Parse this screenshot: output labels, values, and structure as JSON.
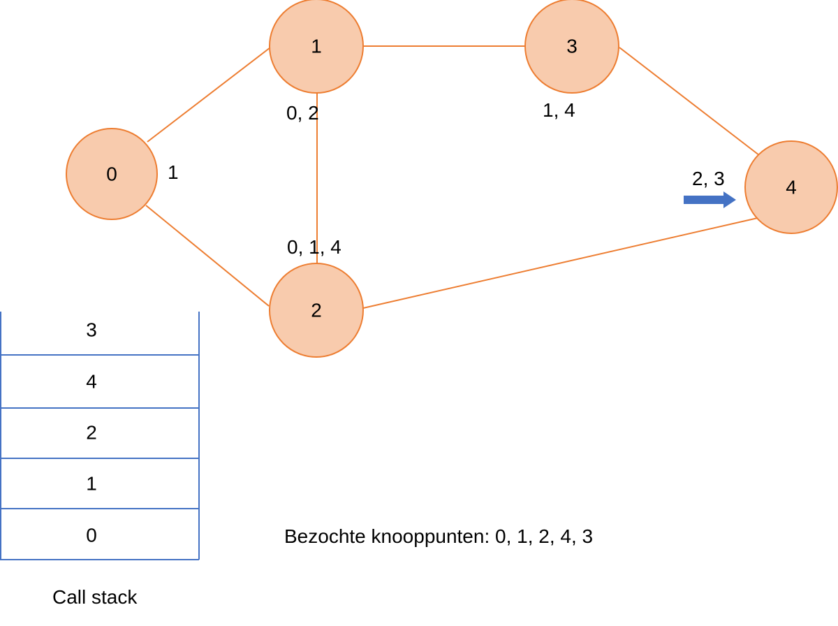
{
  "graph": {
    "nodes": [
      {
        "id": "n0",
        "label": "0"
      },
      {
        "id": "n1",
        "label": "1"
      },
      {
        "id": "n2",
        "label": "2"
      },
      {
        "id": "n3",
        "label": "3"
      },
      {
        "id": "n4",
        "label": "4"
      }
    ],
    "edges": [
      [
        "0",
        "1"
      ],
      [
        "0",
        "2"
      ],
      [
        "1",
        "2"
      ],
      [
        "1",
        "3"
      ],
      [
        "3",
        "4"
      ],
      [
        "2",
        "4"
      ]
    ],
    "adjacency_labels": {
      "node0": "1",
      "node1": "0, 2",
      "node2": "0, 1, 4",
      "node3": "1, 4",
      "node4": "2, 3"
    }
  },
  "call_stack": {
    "items": [
      "3",
      "4",
      "2",
      "1",
      "0"
    ],
    "caption": "Call stack"
  },
  "visited": {
    "text": "Bezochte knooppunten: 0, 1, 2, 4, 3"
  },
  "colors": {
    "node_fill": "#F8CBAD",
    "node_stroke": "#ED7D31",
    "stack_lines": "#4472C4",
    "arrow": "#4472C4"
  }
}
